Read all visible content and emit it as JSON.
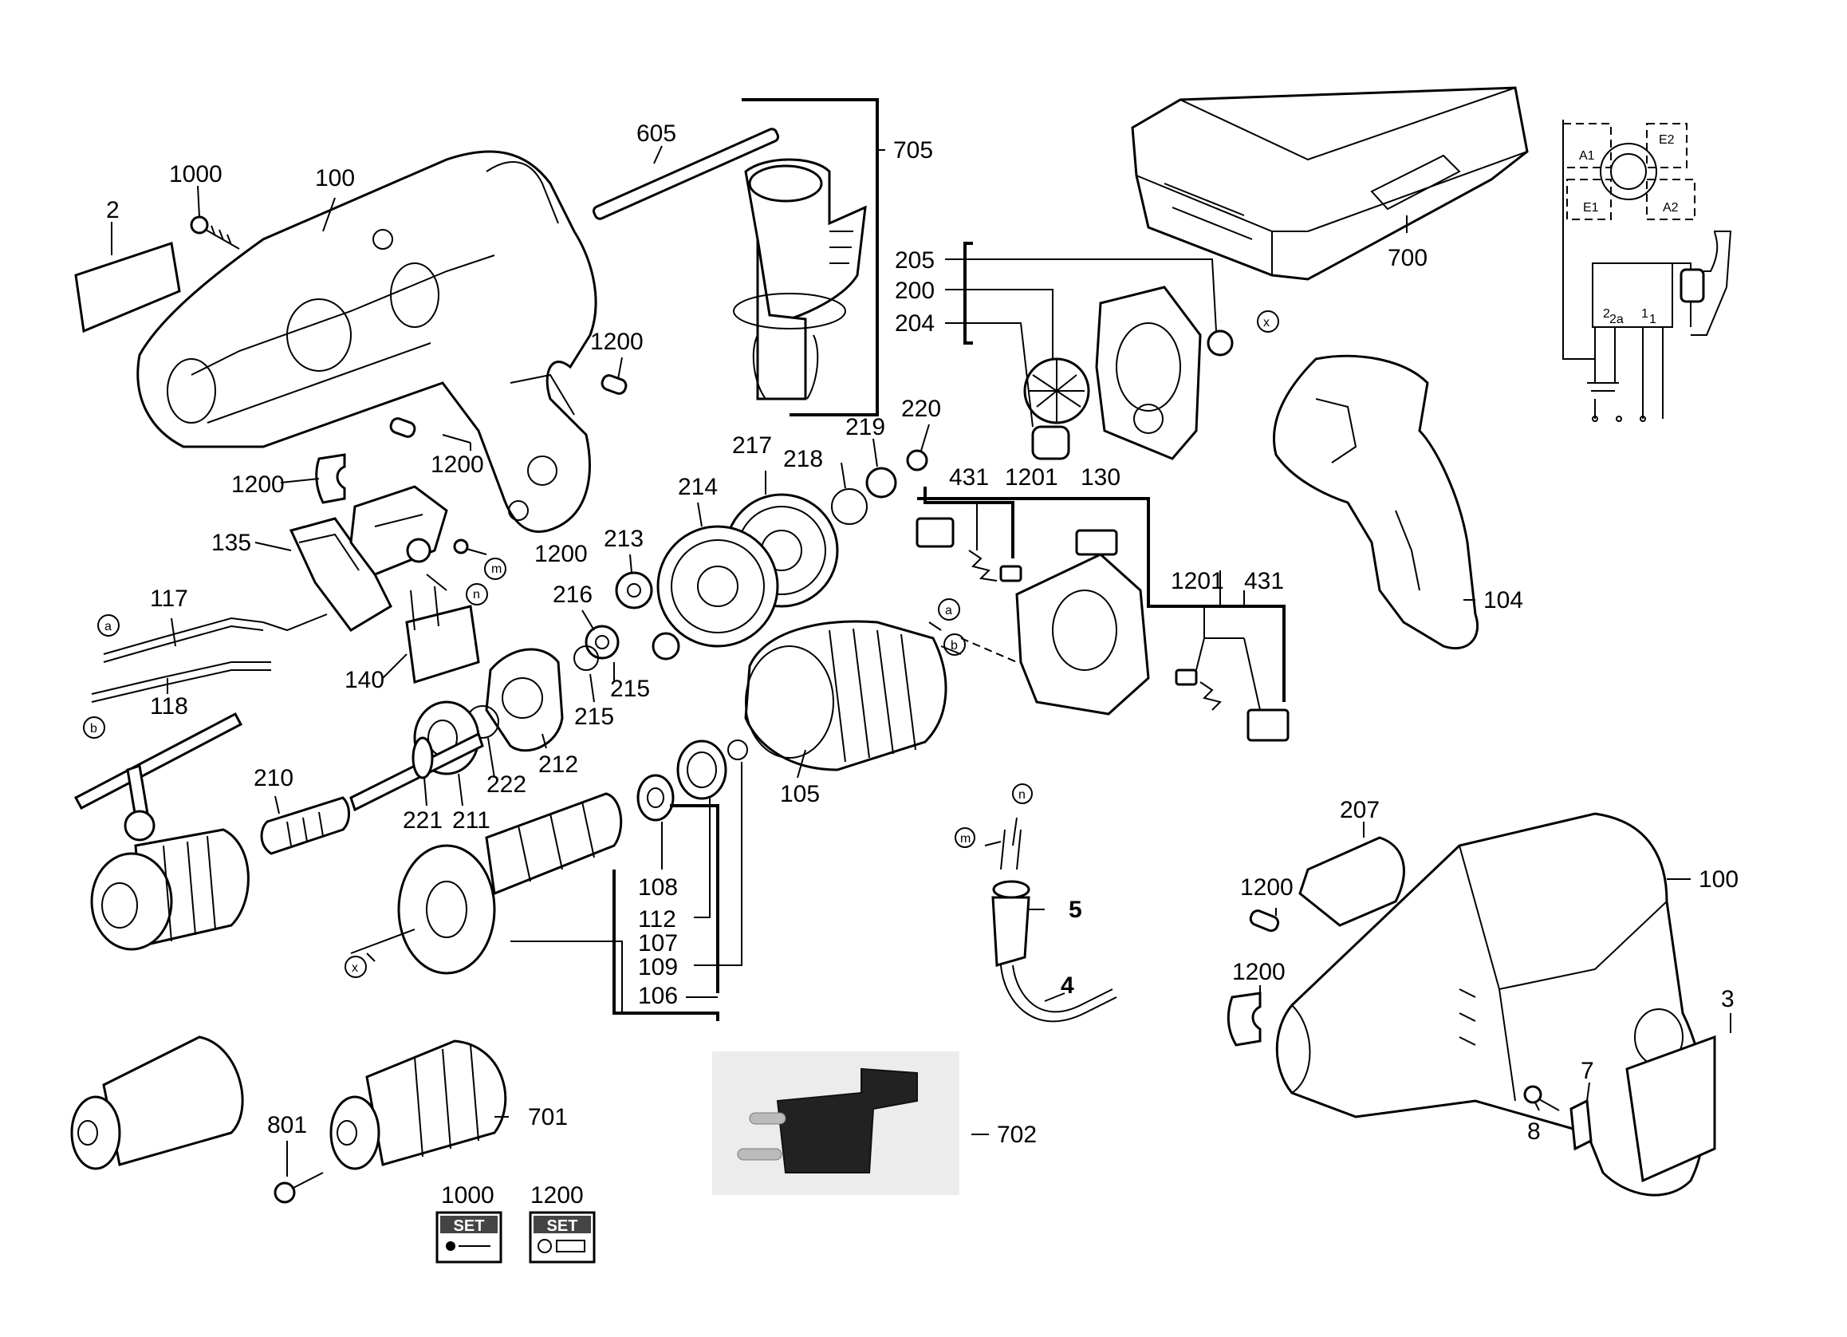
{
  "callouts": {
    "c2": "2",
    "c1000a": "1000",
    "c100a": "100",
    "c1200a": "1200",
    "c1200b": "1200",
    "c1200c": "1200",
    "c605": "605",
    "c705": "705",
    "c700": "700",
    "c205": "205",
    "c200": "200",
    "c204": "204",
    "cX1": "x",
    "c220": "220",
    "c219": "219",
    "c218": "218",
    "c217": "217",
    "c214": "214",
    "c213": "213",
    "c216": "216",
    "c215a": "215",
    "c215b": "215",
    "c212": "212",
    "c222": "222",
    "c211": "211",
    "c221": "221",
    "c210": "210",
    "c431a": "431",
    "c1201a": "1201",
    "c130": "130",
    "c1201b": "1201",
    "c431b": "431",
    "c135": "135",
    "c1200d": "1200",
    "cM1": "m",
    "cN1": "n",
    "c140": "140",
    "c117": "117",
    "c118": "118",
    "cA1": "a",
    "cB1": "b",
    "cA2": "a",
    "cB2": "b",
    "c105": "105",
    "c108": "108",
    "c112": "112",
    "c107": "107",
    "c109": "109",
    "c106": "106",
    "cX2": "x",
    "c104": "104",
    "c207": "207",
    "c1200e": "1200",
    "c1200f": "1200",
    "c100b": "100",
    "c3": "3",
    "c7": "7",
    "c8": "8",
    "cN2": "n",
    "cM2": "m",
    "c5": "5",
    "c4": "4",
    "c801": "801",
    "c701": "701",
    "c702": "702",
    "c1000set": "1000",
    "c1200set": "1200"
  },
  "set_boxes": [
    {
      "text": "SET"
    },
    {
      "text": "SET"
    }
  ],
  "wiring": {
    "a1": "A1",
    "e2": "E2",
    "e1": "E1",
    "a2": "A2",
    "t2": "2",
    "t2a": "2a",
    "t1": "1",
    "t1b": "1"
  }
}
